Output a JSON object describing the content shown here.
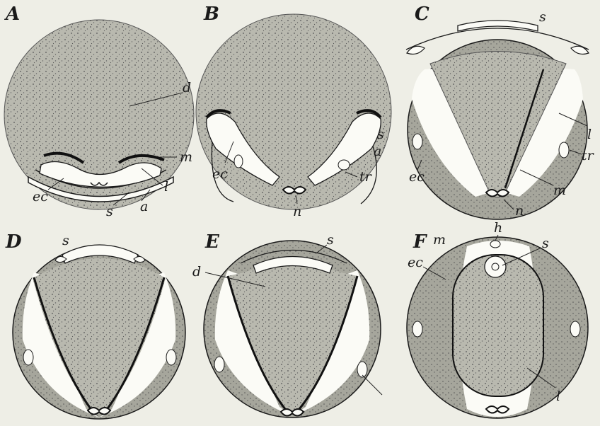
{
  "panels": [
    {
      "id": "A",
      "label": "A",
      "annotations": [
        "d",
        "m",
        "l",
        "ec",
        "s",
        "a"
      ]
    },
    {
      "id": "B",
      "label": "B",
      "annotations": [
        "s",
        "a",
        "ec",
        "tr",
        "n"
      ]
    },
    {
      "id": "C",
      "label": "C",
      "annotations": [
        "s",
        "l",
        "tr",
        "ec",
        "m",
        "n"
      ]
    },
    {
      "id": "D",
      "label": "D",
      "annotations": [
        "s"
      ]
    },
    {
      "id": "E",
      "label": "E",
      "annotations": [
        "s",
        "d"
      ]
    },
    {
      "id": "F",
      "label": "F",
      "annotations": [
        "m",
        "h",
        "s",
        "ec",
        "l"
      ]
    }
  ],
  "colors": {
    "background": "#eeeee6",
    "yolk": "#b8b8ae",
    "mesoderm": "#a5a59b",
    "cavity": "#fbfbf6",
    "outline": "#1a1a1a"
  }
}
